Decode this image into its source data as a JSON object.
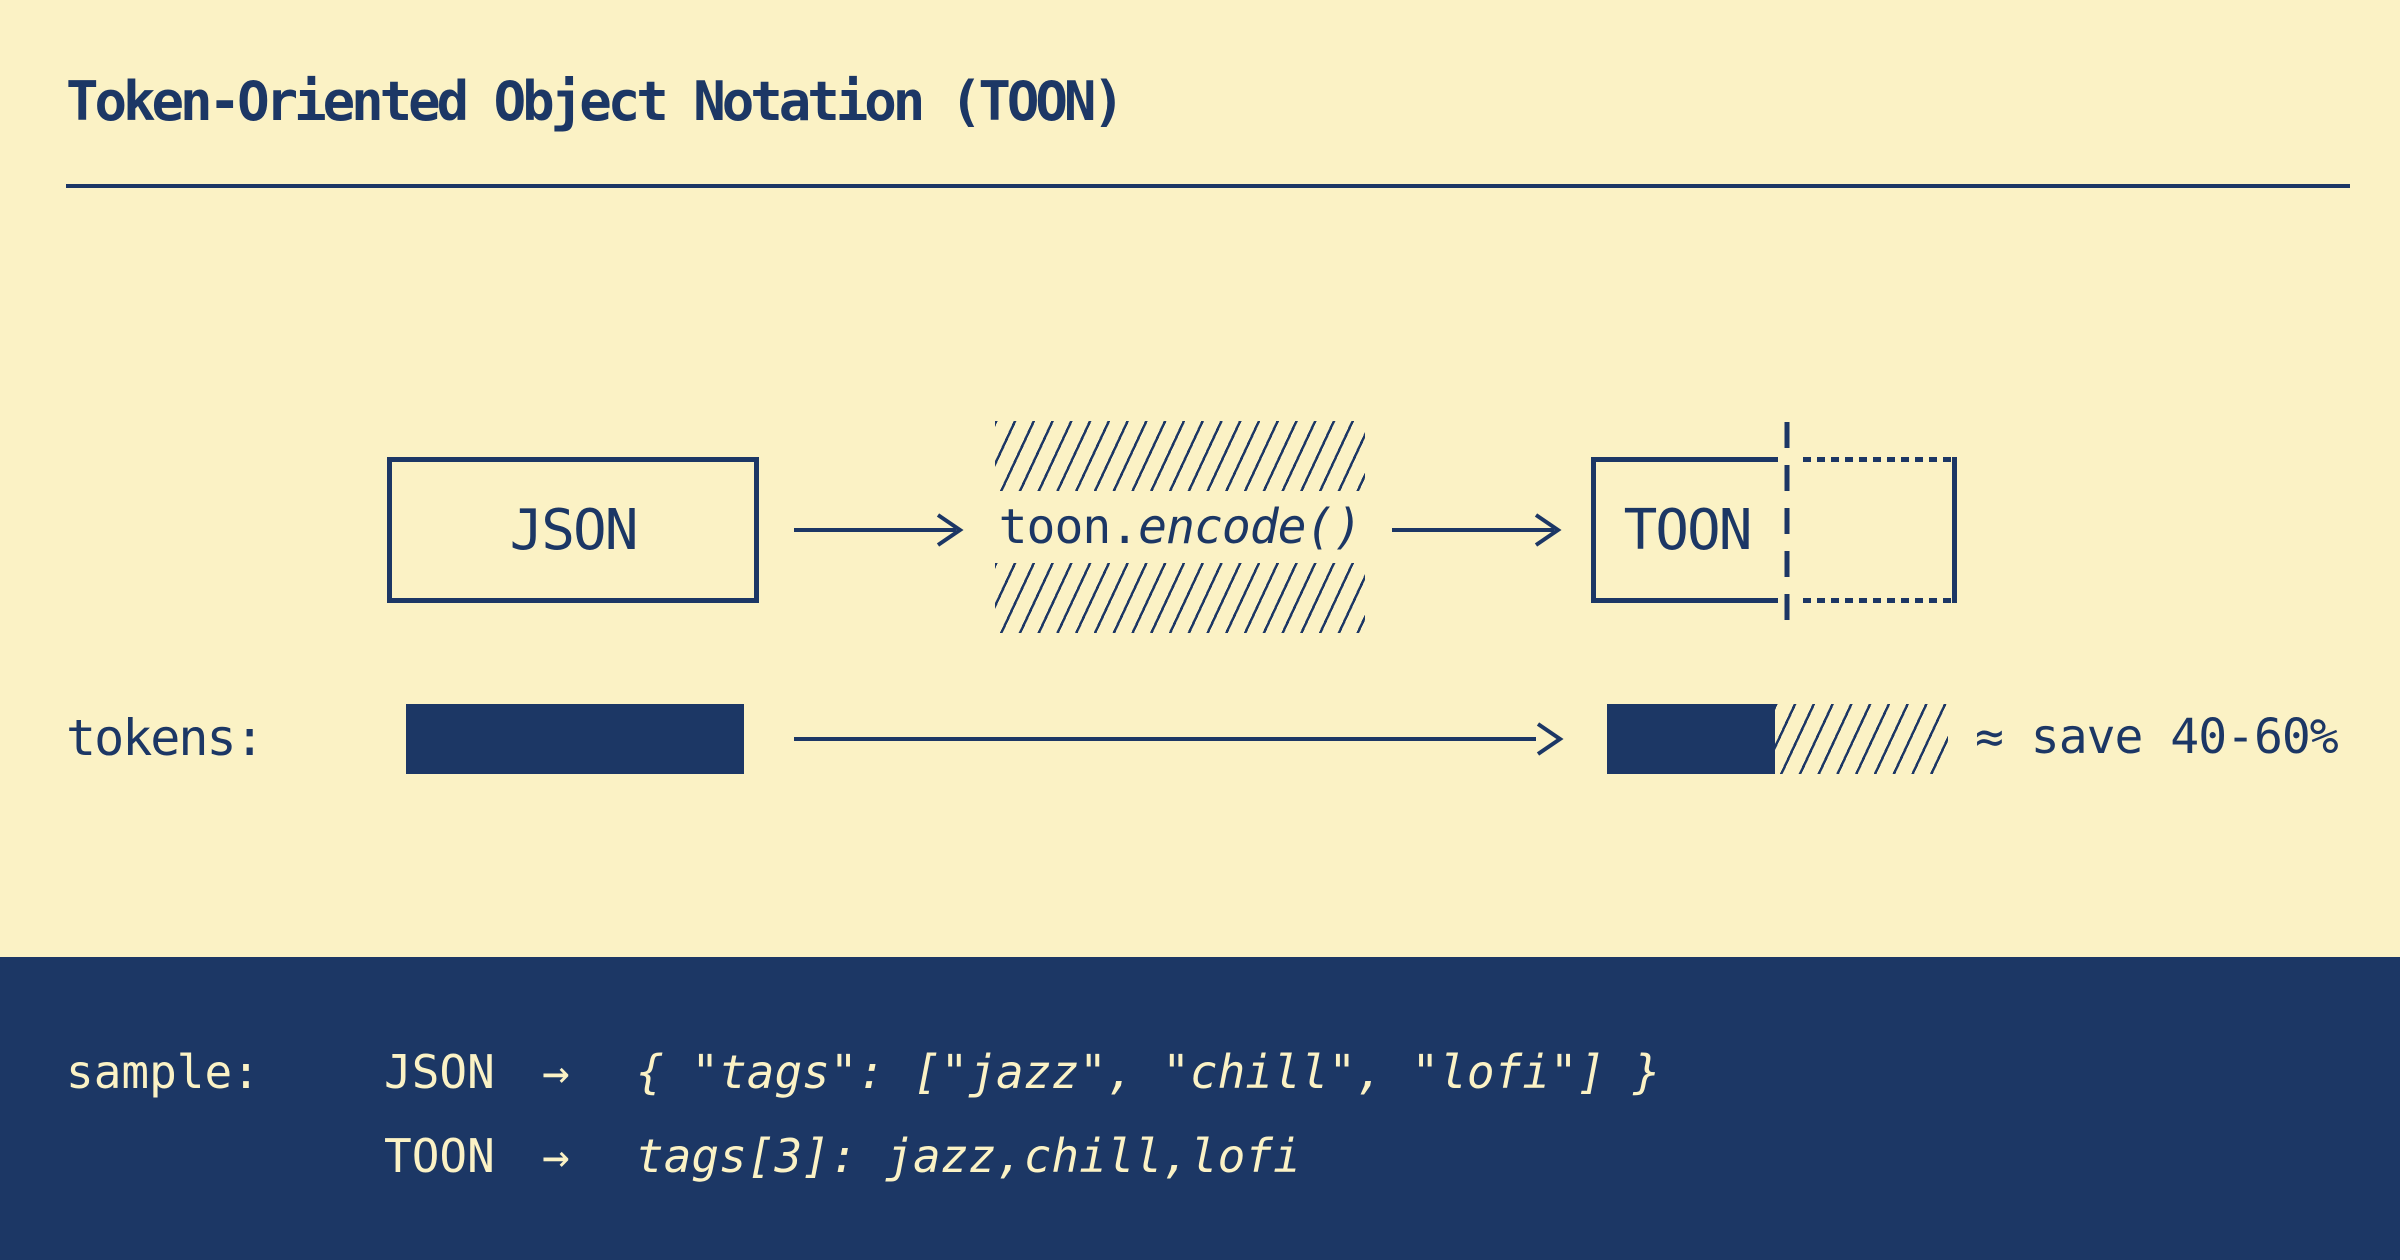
{
  "colors": {
    "navy": "#1C3765",
    "cream": "#FBF2C5"
  },
  "header": {
    "title": "Token-Oriented Object Notation (TOON)"
  },
  "flow": {
    "input_label": "JSON",
    "encoder_prefix": "toon.",
    "encoder_call": "encode()",
    "output_label": "TOON"
  },
  "tokens_row": {
    "label": "tokens:",
    "savings_note": "≈ save 40-60%"
  },
  "sample": {
    "label": "sample:",
    "rows": [
      {
        "format": "JSON",
        "arrow": "→",
        "code": "{ \"tags\": [\"jazz\", \"chill\", \"lofi\"] }"
      },
      {
        "format": "TOON",
        "arrow": "→",
        "code": "tags[3]: jazz,chill,lofi"
      }
    ]
  }
}
